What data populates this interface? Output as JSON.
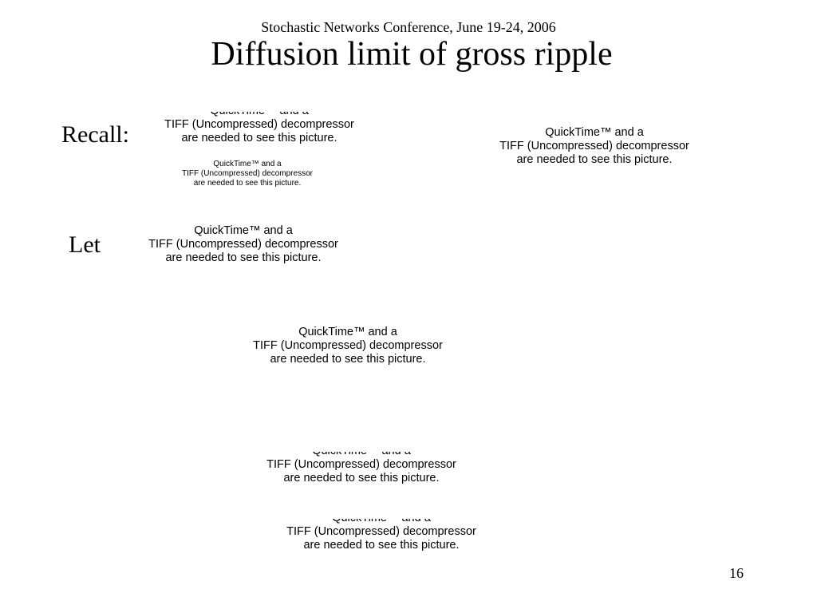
{
  "header": "Stochastic Networks Conference, June 19-24, 2006",
  "title": "Diffusion limit of gross ripple",
  "labels": {
    "recall": "Recall:",
    "let": "Let"
  },
  "placeholder": {
    "line1": "QuickTime™ and a",
    "line2": "TIFF (Uncompressed) decompressor",
    "line3": "are needed to see this picture."
  },
  "page_number": "16"
}
